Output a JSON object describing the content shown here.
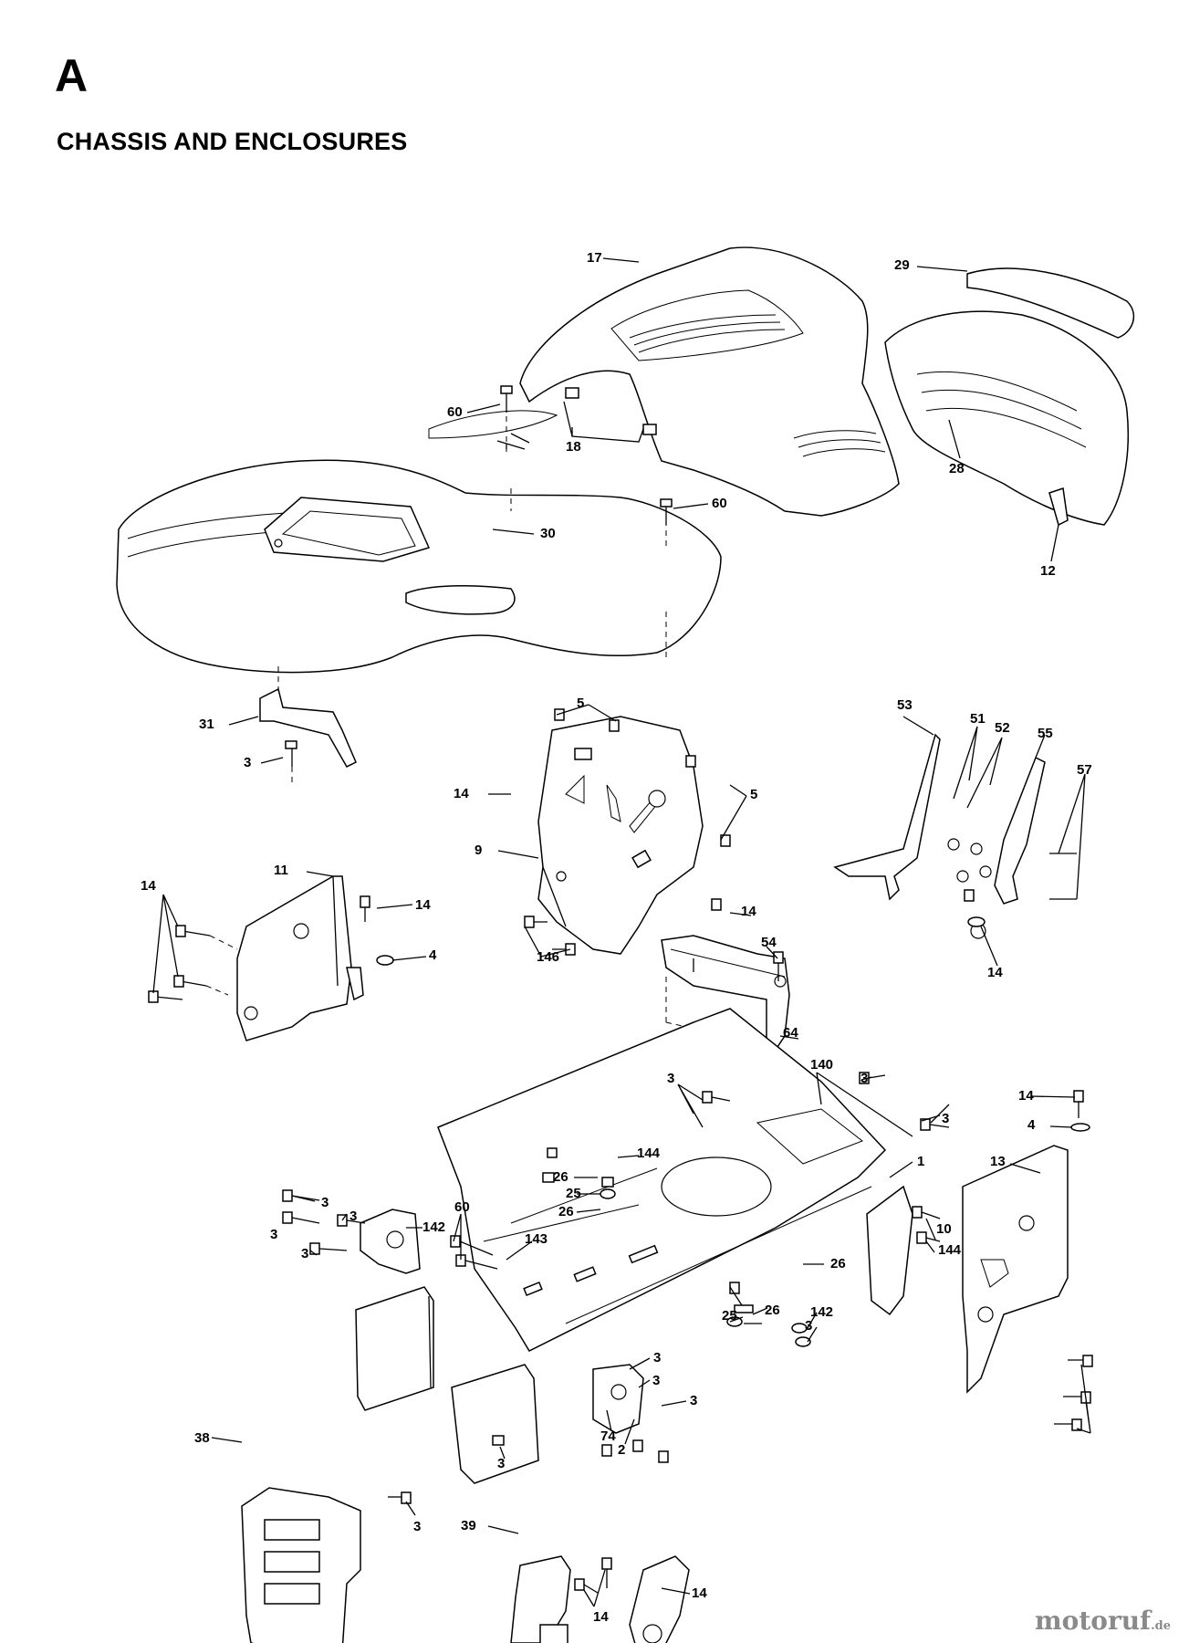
{
  "header": {
    "section_letter": "A",
    "section_title": "CHASSIS AND ENCLOSURES"
  },
  "watermark": {
    "main": "motoruf",
    "suffix": ".de"
  },
  "callouts": [
    "17",
    "29",
    "60",
    "18",
    "28",
    "60",
    "30",
    "12",
    "5",
    "53",
    "51",
    "52",
    "55",
    "57",
    "31",
    "3",
    "14",
    "5",
    "9",
    "11",
    "14",
    "14",
    "4",
    "146",
    "14",
    "14",
    "54",
    "64",
    "3",
    "140",
    "3",
    "14",
    "3",
    "4",
    "144",
    "26",
    "25",
    "26",
    "1",
    "13",
    "3",
    "3",
    "142",
    "60",
    "143",
    "3",
    "3",
    "144",
    "10",
    "26",
    "25",
    "26",
    "142",
    "3",
    "3",
    "3",
    "3",
    "74",
    "2",
    "3",
    "38",
    "3",
    "39",
    "14",
    "14"
  ]
}
